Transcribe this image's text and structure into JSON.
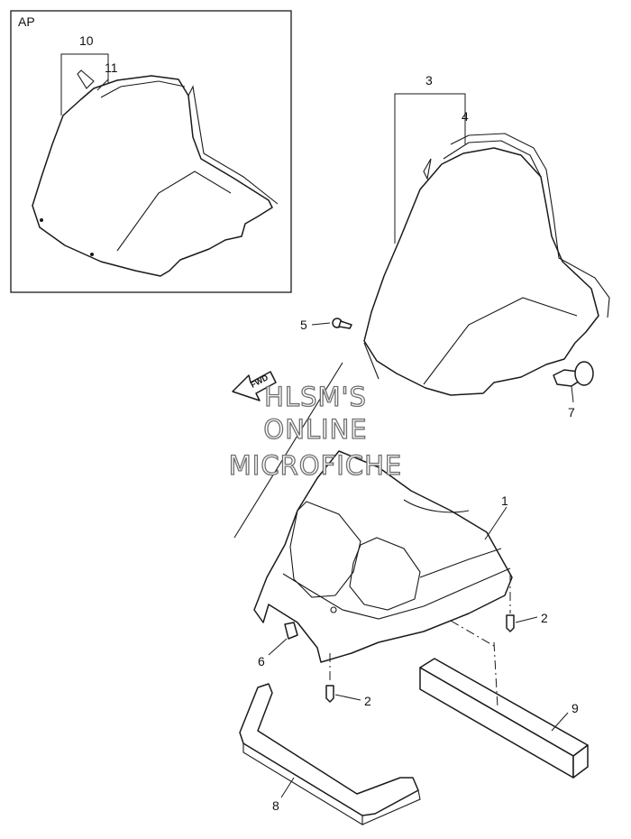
{
  "inset": {
    "label": "AP"
  },
  "callouts": [
    {
      "id": "10",
      "text": "10"
    },
    {
      "id": "11",
      "text": "11"
    },
    {
      "id": "3",
      "text": "3"
    },
    {
      "id": "4",
      "text": "4"
    },
    {
      "id": "5",
      "text": "5"
    },
    {
      "id": "7",
      "text": "7"
    },
    {
      "id": "1",
      "text": "1"
    },
    {
      "id": "2a",
      "text": "2"
    },
    {
      "id": "6",
      "text": "6"
    },
    {
      "id": "2b",
      "text": "2"
    },
    {
      "id": "9",
      "text": "9"
    },
    {
      "id": "8",
      "text": "8"
    }
  ],
  "fwd_arrow": {
    "text": "FWD"
  },
  "watermark": {
    "line1": "HLSM'S",
    "line2": "ONLINE",
    "line3": "MICROFICHE"
  },
  "colors": {
    "line": "#1a1a1a",
    "background": "#ffffff",
    "watermark_outline": "#6f6f6f"
  }
}
